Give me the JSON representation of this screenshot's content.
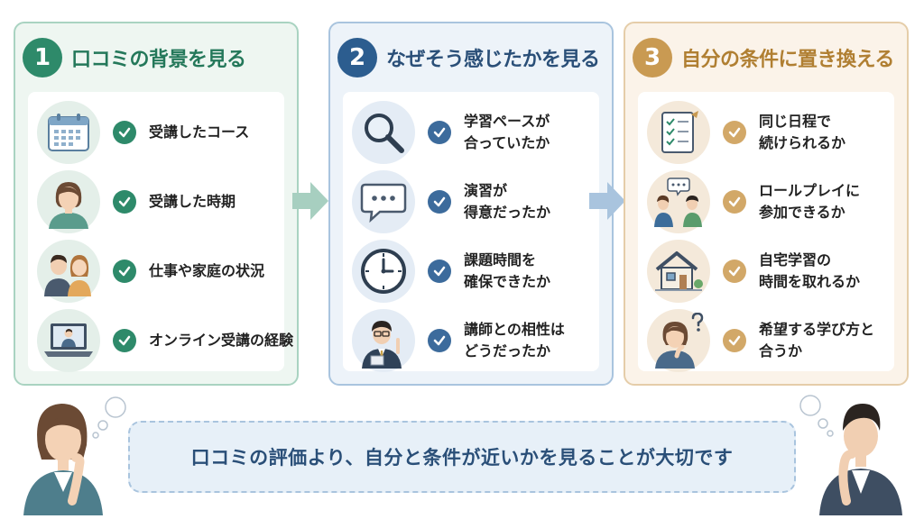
{
  "colors": {
    "green": "#2e8a6a",
    "blue": "#2c5d8f",
    "gold": "#c99a52"
  },
  "panels": [
    {
      "number": "1",
      "title": "口コミの背景を見る",
      "items": [
        {
          "icon": "calendar-icon",
          "lines": [
            "受講したコース"
          ]
        },
        {
          "icon": "woman-avatar-icon",
          "lines": [
            "受講した時期"
          ]
        },
        {
          "icon": "family-icon",
          "lines": [
            "仕事や家庭の状況"
          ]
        },
        {
          "icon": "online-laptop-icon",
          "lines": [
            "オンライン受講の経験"
          ]
        }
      ]
    },
    {
      "number": "2",
      "title": "なぜそう感じたかを見る",
      "items": [
        {
          "icon": "magnifier-icon",
          "lines": [
            "学習ペースが",
            "合っていたか"
          ]
        },
        {
          "icon": "speech-bubble-icon",
          "lines": [
            "演習が",
            "得意だったか"
          ]
        },
        {
          "icon": "clock-icon",
          "lines": [
            "課題時間を",
            "確保できたか"
          ]
        },
        {
          "icon": "instructor-icon",
          "lines": [
            "講師との相性は",
            "どうだったか"
          ]
        }
      ]
    },
    {
      "number": "3",
      "title": "自分の条件に置き換える",
      "items": [
        {
          "icon": "checklist-icon",
          "lines": [
            "同じ日程で",
            "続けられるか"
          ]
        },
        {
          "icon": "roleplay-icon",
          "lines": [
            "ロールプレイに",
            "参加できるか"
          ]
        },
        {
          "icon": "house-icon",
          "lines": [
            "自宅学習の",
            "時間を取れるか"
          ]
        },
        {
          "icon": "thinking-woman-icon",
          "lines": [
            "希望する学び方と",
            "合うか"
          ]
        }
      ]
    }
  ],
  "summary": "口コミの評価より、自分と条件が近いかを見ることが大切です"
}
